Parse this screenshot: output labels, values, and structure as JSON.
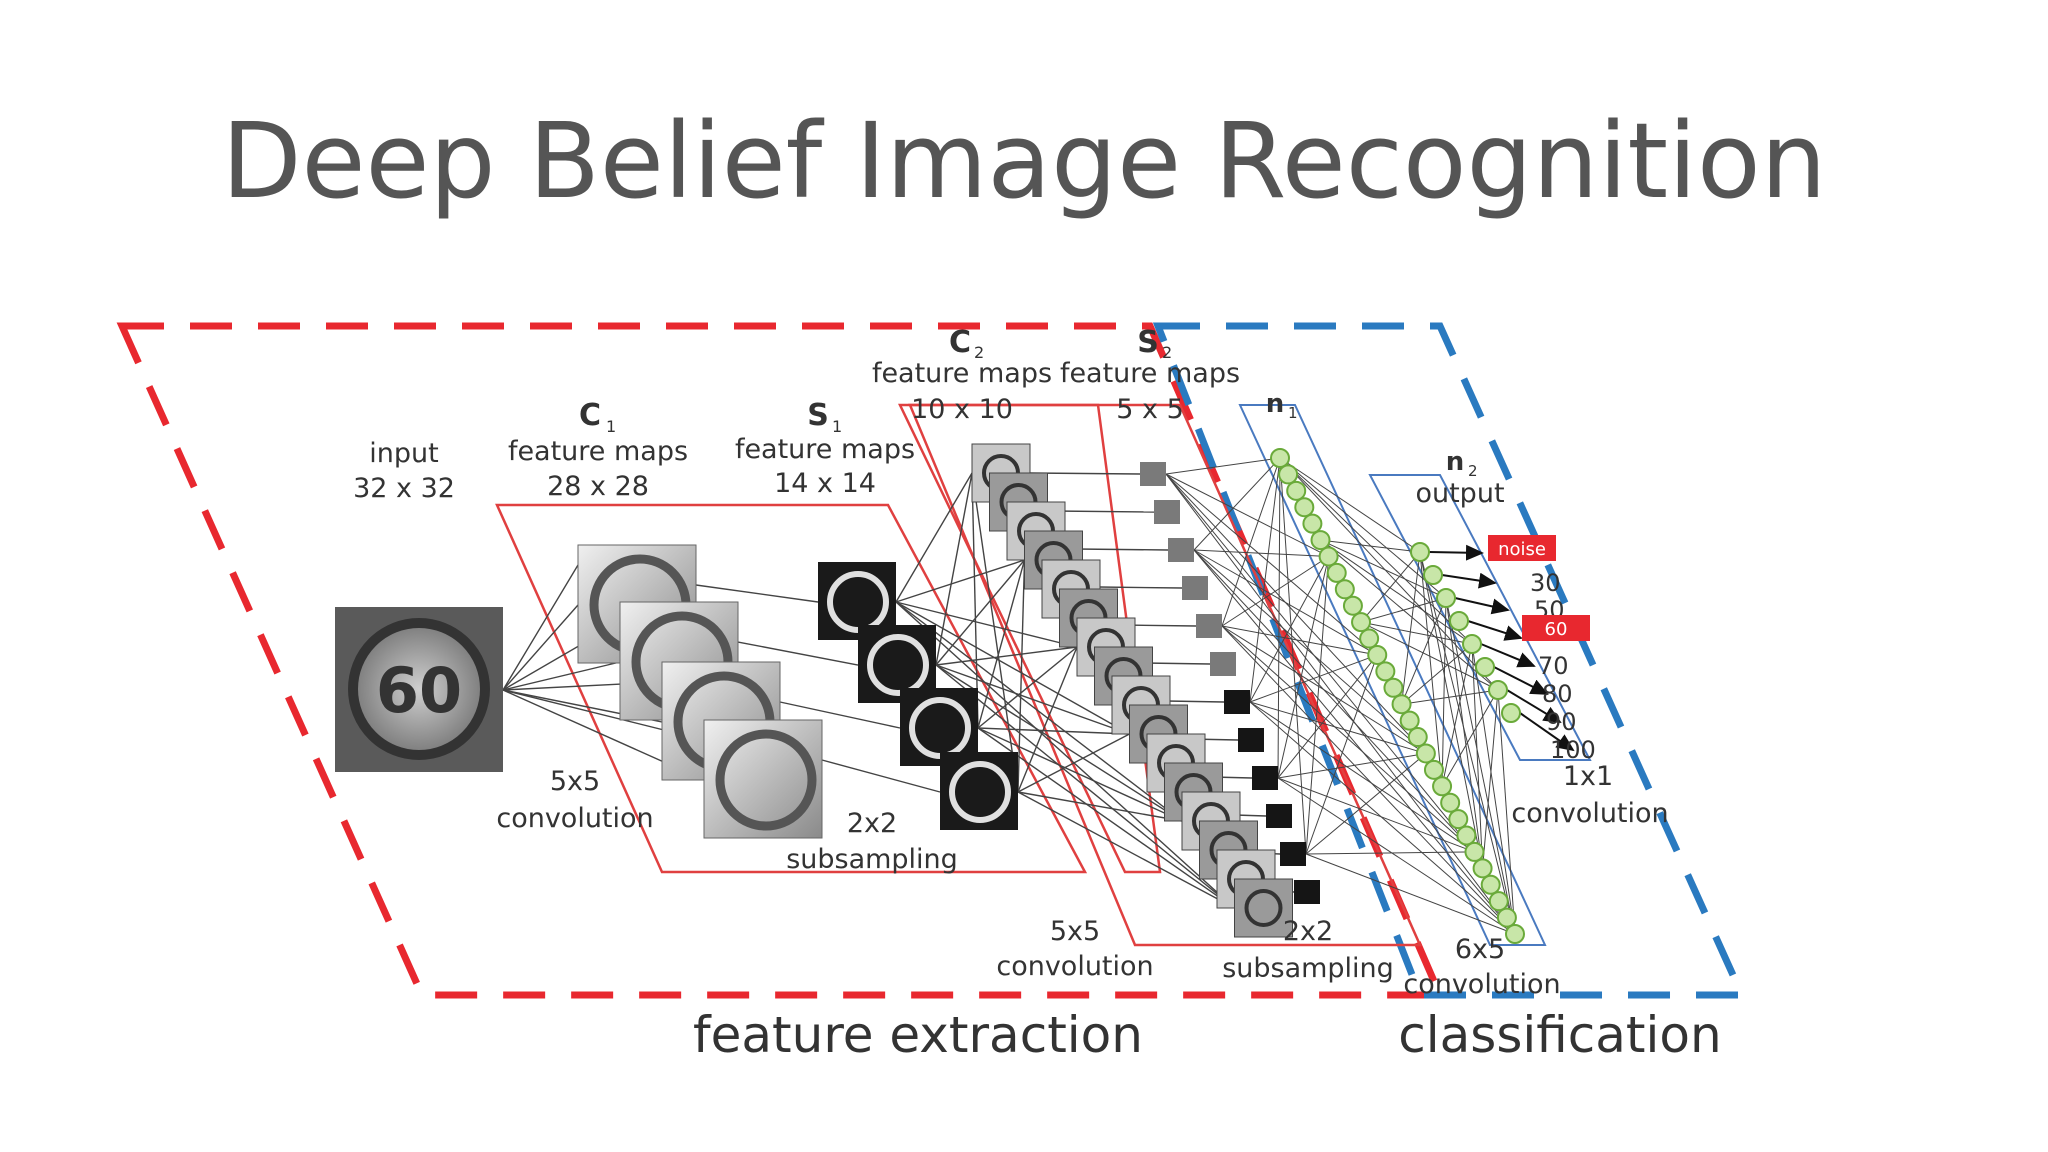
{
  "slide": {
    "title": "Deep Belief Image Recognition"
  },
  "diagram": {
    "input": {
      "label": "input",
      "size": "32 x 32",
      "sign_text": "60"
    },
    "c1": {
      "name": "C",
      "sub": "1",
      "label": "feature maps",
      "size": "28 x 28"
    },
    "s1": {
      "name": "S",
      "sub": "1",
      "label": "feature maps",
      "size": "14 x 14"
    },
    "c2": {
      "name": "C",
      "sub": "2",
      "label": "feature maps",
      "size": "10 x 10"
    },
    "s2": {
      "name": "S",
      "sub": "2",
      "label": "feature maps",
      "size": "5 x 5"
    },
    "n1": {
      "name": "n",
      "sub": "1"
    },
    "n2": {
      "name": "n",
      "sub": "2",
      "label": "output"
    },
    "ops": {
      "conv1": [
        "5x5",
        "convolution"
      ],
      "sub1": [
        "2x2",
        "subsampling"
      ],
      "conv2": [
        "5x5",
        "convolution"
      ],
      "sub2": [
        "2x2",
        "subsampling"
      ],
      "conv3": [
        "6x5",
        "convolution"
      ],
      "conv4": [
        "1x1",
        "convolution"
      ]
    },
    "outputs": [
      "30",
      "50",
      "70",
      "80",
      "90",
      "100"
    ],
    "output_boxes": [
      "noise",
      "60"
    ],
    "sections": {
      "feature_extraction": "feature extraction",
      "classification": "classification"
    },
    "colors": {
      "feature_border": "#e8282f",
      "class_border": "#2a7ac0",
      "node_stroke": "#6aaa3a",
      "node_fill": "#c8e6a8",
      "layer_box": "#e04040"
    }
  }
}
